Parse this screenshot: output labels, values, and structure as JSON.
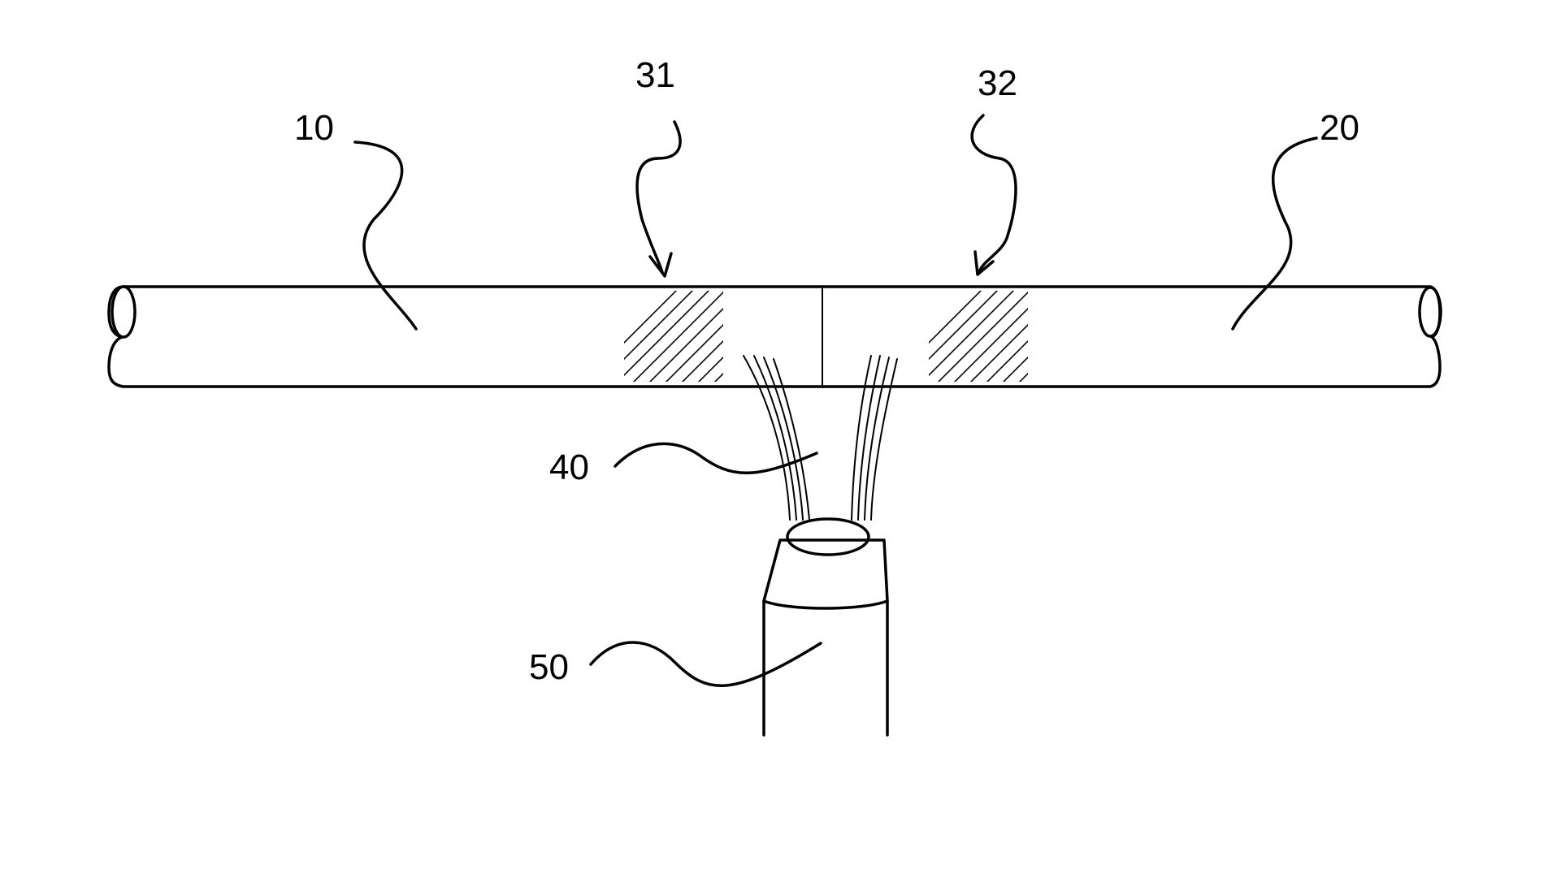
{
  "figure": {
    "labels": {
      "fiber_left": "10",
      "fiber_right": "20",
      "end_face_left": "31",
      "end_face_right": "32",
      "discharge": "40",
      "electrode": "50"
    },
    "colors": {
      "ink": "#000000",
      "background": "#ffffff"
    }
  }
}
